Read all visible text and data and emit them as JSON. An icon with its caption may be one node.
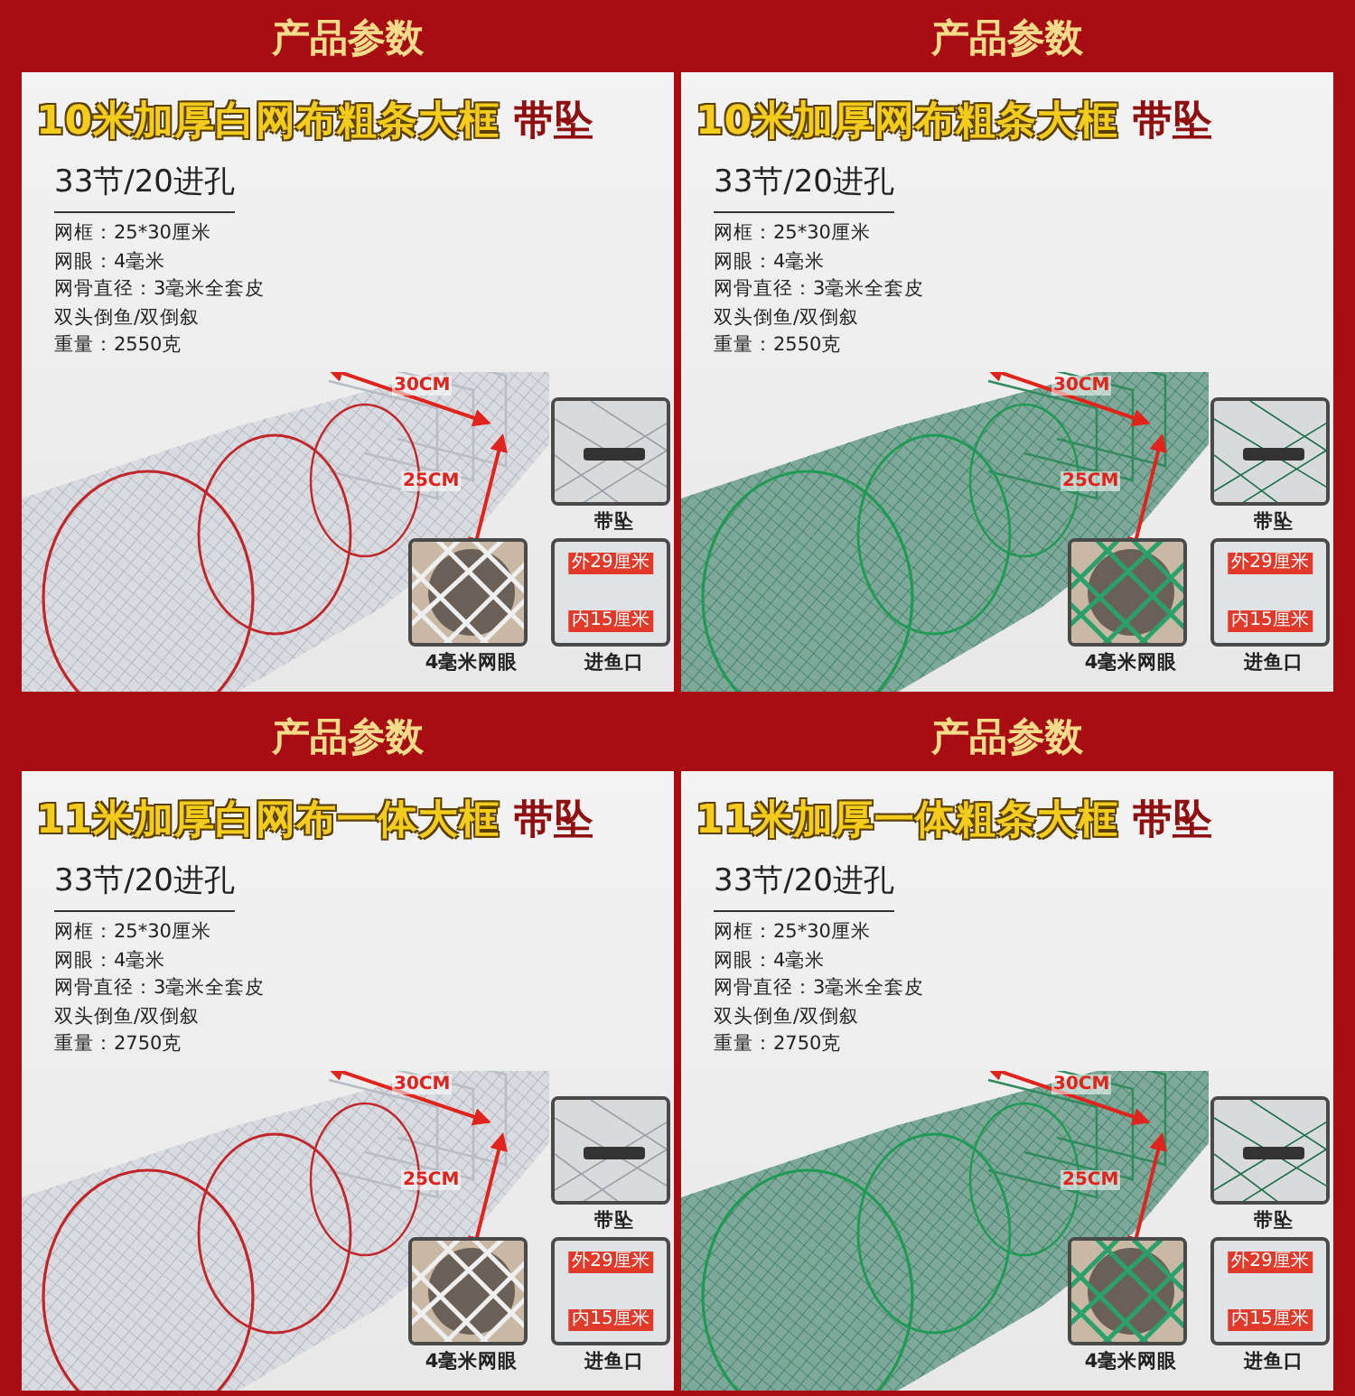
{
  "diagram": {
    "nodes": [
      {
        "text": [
          "产品参数",
          "10米加厚白网布粗条大框",
          "带坠",
          "33节/20进孔",
          "网框：25*30厘米",
          "网眼：4毫米",
          "网骨直径：3毫米全套皮",
          "双头倒鱼/双倒叙",
          "重量：2550克"
        ]
      },
      {
        "text": [
          "30CM",
          "25CM"
        ],
        "in": 0
      },
      {
        "text": [],
        "shape": "picture",
        "in": 0,
        "beside": [
          "带坠"
        ]
      },
      {
        "text": [],
        "shape": "picture",
        "in": 0,
        "beside": [
          "4毫米网眼"
        ]
      },
      {
        "text": [
          "外29厘米",
          "内15厘米"
        ],
        "in": 0,
        "beside": [
          "进鱼口"
        ]
      },
      {
        "text": [
          "产品参数",
          "10米加厚网布粗条大框",
          "带坠",
          "33节/20进孔",
          "网框：25*30厘米",
          "网眼：4毫米",
          "网骨直径：3毫米全套皮",
          "双头倒鱼/双倒叙",
          "重量：2550克"
        ]
      },
      {
        "text": [
          "30CM",
          "25CM"
        ],
        "in": 5
      },
      {
        "text": [],
        "shape": "picture",
        "in": 5,
        "beside": [
          "带坠"
        ]
      },
      {
        "text": [],
        "shape": "picture",
        "in": 5,
        "beside": [
          "4毫米网眼"
        ]
      },
      {
        "text": [
          "外29厘米",
          "内15厘米"
        ],
        "in": 5,
        "beside": [
          "进鱼口"
        ]
      },
      {
        "text": [
          "产品参数",
          "11米加厚白网布一体大框",
          "带坠",
          "33节/20进孔",
          "网框：25*30厘米",
          "网眼：4毫米",
          "网骨直径：3毫米全套皮",
          "双头倒鱼/双倒叙",
          "重量：2750克"
        ]
      },
      {
        "text": [
          "30CM",
          "25CM"
        ],
        "in": 10
      },
      {
        "text": [],
        "shape": "picture",
        "in": 10,
        "beside": [
          "带坠"
        ]
      },
      {
        "text": [],
        "shape": "picture",
        "in": 10,
        "beside": [
          "4毫米网眼"
        ]
      },
      {
        "text": [
          "外29厘米",
          "内15厘米"
        ],
        "in": 10,
        "beside": [
          "进鱼口"
        ]
      },
      {
        "text": [
          "产品参数",
          "11米加厚一体粗条大框",
          "带坠",
          "33节/20进孔",
          "网框：25*30厘米",
          "网眼：4毫米",
          "网骨直径：3毫米全套皮",
          "双头倒鱼/双倒叙",
          "重量：2750克"
        ]
      },
      {
        "text": [
          "30CM",
          "25CM"
        ],
        "in": 15
      },
      {
        "text": [],
        "shape": "picture",
        "in": 15,
        "beside": [
          "带坠"
        ]
      },
      {
        "text": [],
        "shape": "picture",
        "in": 15,
        "beside": [
          "4毫米网眼"
        ]
      },
      {
        "text": [
          "外29厘米",
          "内15厘米"
        ],
        "in": 15,
        "beside": [
          "进鱼口"
        ]
      }
    ],
    "edges": []
  }
}
